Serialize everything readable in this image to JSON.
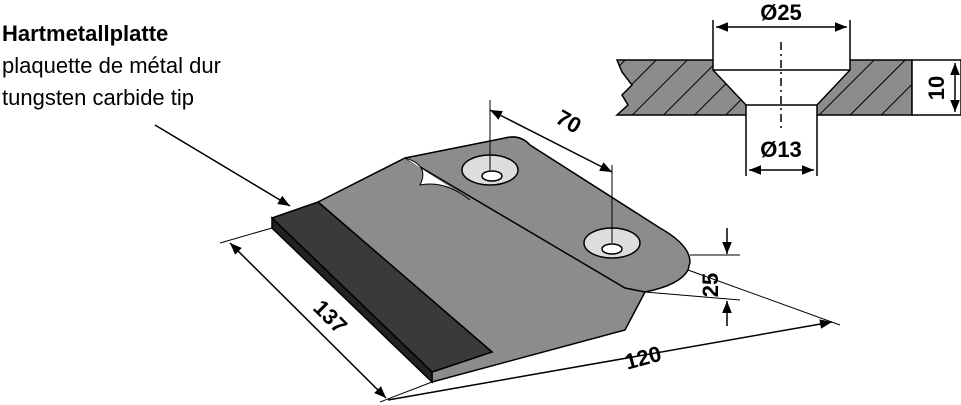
{
  "label": {
    "title_de": "Hartmetallplatte",
    "title_fr": "plaquette de métal dur",
    "title_en": "tungsten carbide tip"
  },
  "dimensions": {
    "length": "137",
    "width": "120",
    "hole_spacing": "70",
    "height": "25",
    "countersink_diameter": "Ø25",
    "hole_diameter": "Ø13",
    "thickness": "10"
  },
  "colors": {
    "steel": "#8c8c8c",
    "carbide": "#3a3a3a",
    "line": "#000000"
  }
}
